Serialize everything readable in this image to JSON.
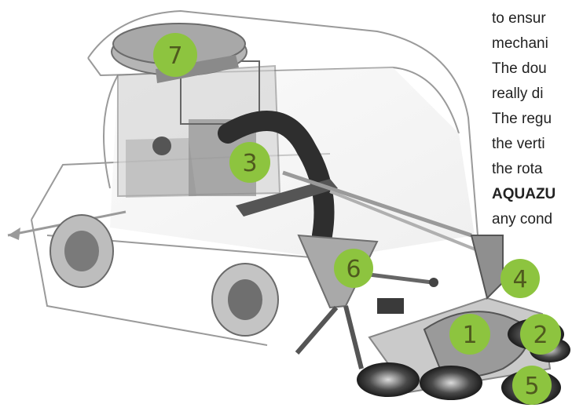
{
  "text_lines": [
    "to ensur",
    "mechani",
    "The dou",
    "really di",
    "The regu",
    "the verti",
    "the rota",
    "AQUAZU",
    "any cond"
  ],
  "markers": {
    "m1": "1",
    "m2": "2",
    "m3": "3",
    "m4": "4",
    "m5": "5",
    "m6": "6",
    "m7": "7"
  },
  "colors": {
    "marker_fill": "#8dc43f",
    "marker_text": "#4f5a1e",
    "line_art": "#8a8a8a"
  }
}
